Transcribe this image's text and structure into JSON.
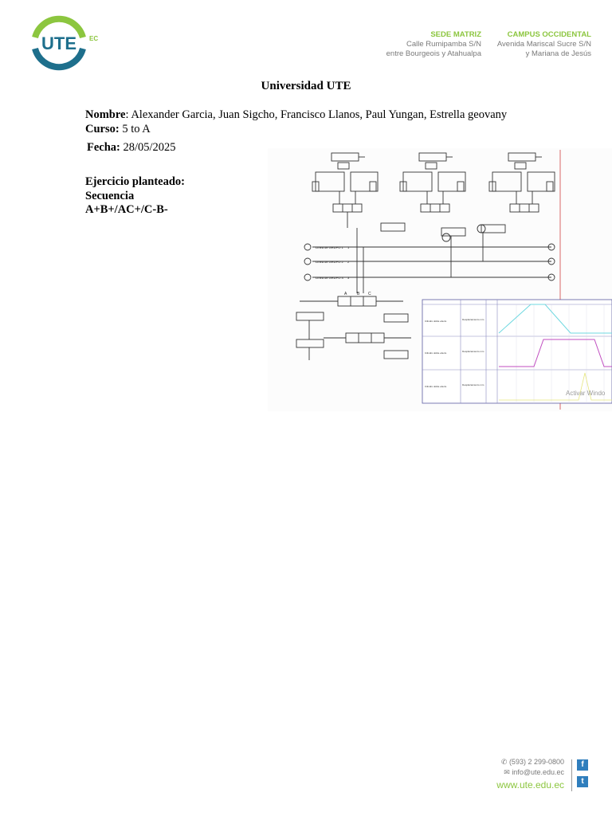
{
  "header": {
    "logo_text": "UTE",
    "logo_suffix": "EC",
    "address_1": {
      "heading": "SEDE MATRIZ",
      "line1": "Calle Rumipamba S/N",
      "line2": "entre Bourgeois y Atahualpa"
    },
    "address_2": {
      "heading": "CAMPUS OCCIDENTAL",
      "line1": "Avenida Mariscal Sucre S/N",
      "line2": "y Mariana de Jesús"
    }
  },
  "document": {
    "title": "Universidad UTE",
    "nombre_label": "Nombre",
    "nombre_value": ": Alexander Garcia, Juan Sigcho, Francisco Llanos, Paul Yungan, Estrella geovany",
    "curso_label": "Curso:",
    "curso_value": " 5 to A",
    "fecha_label": "Fecha:",
    "fecha_value": " 28/05/2025",
    "ejercicio_label": "Ejercicio planteado:",
    "secuencia_label": "Secuencia",
    "secuencia_value": "A+B+/AC+/C-B-"
  },
  "circuit": {
    "group_labels": [
      "Línea de GRUPO 1",
      "Línea de GRUPO 2",
      "Línea de GRUPO 3"
    ],
    "group_numbers": [
      "1",
      "2",
      "3"
    ],
    "port_labels": [
      "A",
      "B",
      "C"
    ],
    "motion_rows": [
      "Cilindro doble efecto",
      "Cilindro doble efecto",
      "Cilindro doble efecto"
    ],
    "motion_quantity": "Desplazamiento mm",
    "overlay_text": "Activar Windo"
  },
  "footer": {
    "phone": "(593) 2 299-0800",
    "email": "info@ute.edu.ec",
    "web": "www.ute.edu.ec",
    "facebook_glyph": "f",
    "twitter_glyph": "t"
  },
  "colors": {
    "brand_teal": "#1e6f8c",
    "brand_green": "#8cc63f",
    "motion_cyan": "#6fd8e0",
    "motion_magenta": "#c04ec0"
  }
}
